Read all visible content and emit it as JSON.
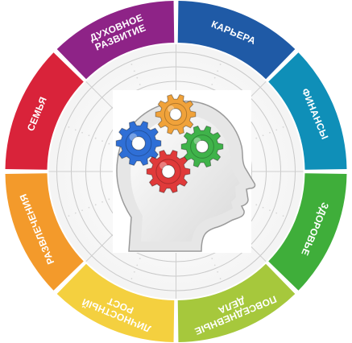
{
  "segments": [
    {
      "id": "career",
      "lines": [
        "КАРЬЕРА"
      ],
      "color": "#1f5aa6"
    },
    {
      "id": "finance",
      "lines": [
        "ФИНАНСЫ"
      ],
      "color": "#0f8fb8"
    },
    {
      "id": "health",
      "lines": [
        "ЗДОРОВЬЕ"
      ],
      "color": "#3fae3a"
    },
    {
      "id": "daily",
      "lines": [
        "ПОВСЕДНЕВНЫЕ",
        "ДЕЛА"
      ],
      "color": "#a6c83c"
    },
    {
      "id": "growth",
      "lines": [
        "ЛИЧНОСТНЫЙ",
        "РОСТ"
      ],
      "color": "#f4d03f"
    },
    {
      "id": "leisure",
      "lines": [
        "РАЗВЛЕЧЕНИЯ"
      ],
      "color": "#f39a2b"
    },
    {
      "id": "family",
      "lines": [
        "СЕМЬЯ"
      ],
      "color": "#d9233a"
    },
    {
      "id": "spirit",
      "lines": [
        "ДУХОВНОЕ",
        "РАЗВИТИЕ"
      ],
      "color": "#8e2387"
    }
  ],
  "gear_colors": [
    "#f0a23a",
    "#2f6fd6",
    "#3fb34a",
    "#e03a3a"
  ],
  "head_color": "#eeeeee"
}
